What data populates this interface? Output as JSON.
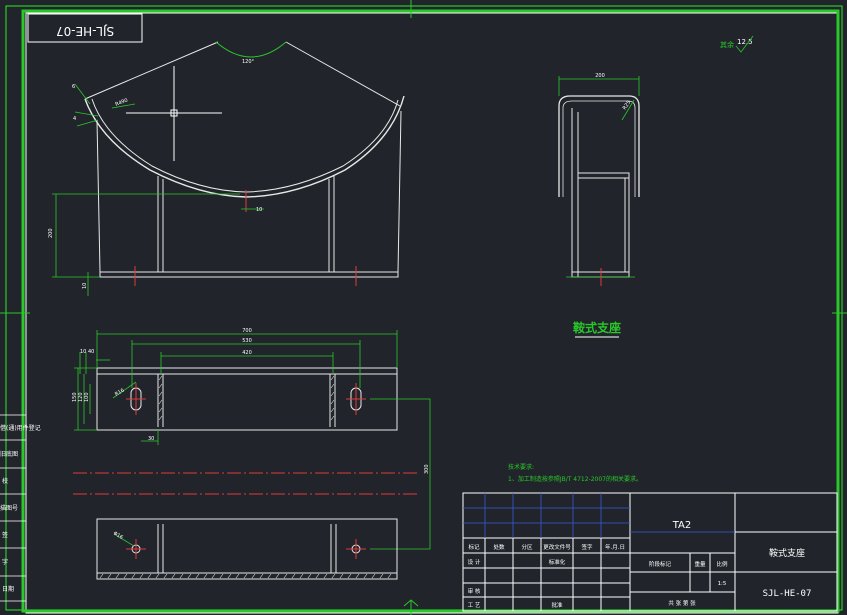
{
  "stamp_code_mirrored": "SJL-HE-07",
  "roughness": {
    "label": "其余",
    "value": "12.5"
  },
  "view_title": "鞍式支座",
  "dims": {
    "angle": "120°",
    "r_outer": "R490",
    "t1": "6",
    "t2": "4",
    "offset": "10",
    "height": "200",
    "base_t": "10",
    "side_w": "200",
    "side_r": "R25",
    "len_total": "700",
    "len_mid": "530",
    "len_inner": "420",
    "plan_h1": "10",
    "plan_h2": "40",
    "plan_w1": "150",
    "plan_w2": "120",
    "plan_w3": "100",
    "slot": "R16",
    "gap": "30",
    "hole": "Φ16",
    "span": "300"
  },
  "notes": {
    "heading": "技术要求:",
    "item1": "1、加工制造按参照JB/T 4712-2007的相关要求。"
  },
  "sidebar_labels": [
    "借(通)用件登记",
    "旧底图",
    "校",
    "描图号",
    "签",
    "字",
    "日期"
  ],
  "title_block": {
    "material": "TA2",
    "part_name": "鞍式支座",
    "drawing_no": "SJL-HE-07",
    "rev_headers": [
      "标记",
      "处数",
      "分区",
      "更改文件号",
      "签字",
      "年.月.日"
    ],
    "row_design": "设 计",
    "row_std": "标准化",
    "row_check": "审 核",
    "row_process": "工 艺",
    "row_approve": "批准",
    "stage_header": "阶段标记",
    "weight_header": "重量",
    "scale_header": "比例",
    "scale_value": "1:5",
    "sheet_text": "共  张  第  张"
  }
}
